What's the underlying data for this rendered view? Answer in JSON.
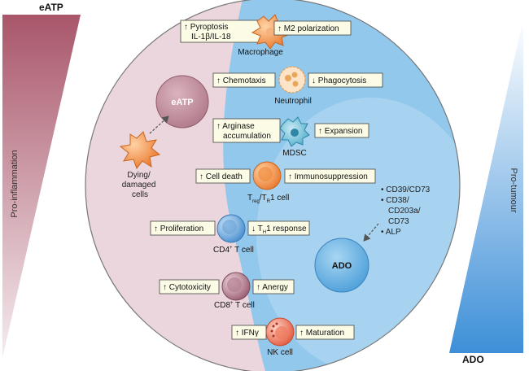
{
  "corner_labels": {
    "top_left": "eATP",
    "bottom_right": "ADO"
  },
  "gradients": {
    "left": "Pro-inflammation",
    "right": "Pro-tumour"
  },
  "colors": {
    "left_wedge": "#a9566a",
    "right_wedge": "#3d8fd8",
    "pink_region": "#ead6dc",
    "blue_region": "#92c8ec",
    "ado_circle": "#6bb2e4",
    "eatp_circle": "#c5909f",
    "box_fill": "#fbfbe6"
  },
  "molecules": {
    "eatp": "eATP",
    "ado": "ADO"
  },
  "dying_cells": [
    "Dying/",
    "damaged",
    "cells"
  ],
  "enzymes": [
    "• CD39/CD73",
    "• CD38/",
    "CD203a/",
    "CD73",
    "• ALP"
  ],
  "cells": {
    "macrophage": {
      "name": "Macrophage",
      "left_box": [
        "↑ Pyroptosis",
        "IL-1β/IL-18"
      ],
      "right_box": [
        "↑ M2 polarization"
      ]
    },
    "neutrophil": {
      "name": "Neutrophil",
      "left_box": [
        "↑ Chemotaxis"
      ],
      "right_box": [
        "↓ Phagocytosis"
      ]
    },
    "mdsc": {
      "name": "MDSC",
      "left_box": [
        "↑ Arginase",
        "accumulation"
      ],
      "right_box": [
        "↑ Expansion"
      ]
    },
    "treg": {
      "name_main": "T",
      "name_sub1": "reg",
      "name_mid": "/T",
      "name_sub2": "R",
      "name_end": "1 cell",
      "left_box": [
        "↑ Cell death"
      ],
      "right_box": [
        "↑ Immunosuppression"
      ]
    },
    "cd4": {
      "name_main": "CD4",
      "name_sup": "+",
      "name_end": " T cell",
      "left_box": [
        "↑ Proliferation"
      ],
      "right_main": "↓ T",
      "right_sub": "H",
      "right_end": "1 response"
    },
    "cd8": {
      "name_main": "CD8",
      "name_sup": "+",
      "name_end": " T cell",
      "left_box": [
        "↑ Cytotoxicity"
      ],
      "right_box": [
        "↑ Anergy"
      ]
    },
    "nk": {
      "name": "NK cell",
      "left_box": [
        "↑ IFNγ"
      ],
      "right_box": [
        "↑ Maturation"
      ]
    }
  }
}
